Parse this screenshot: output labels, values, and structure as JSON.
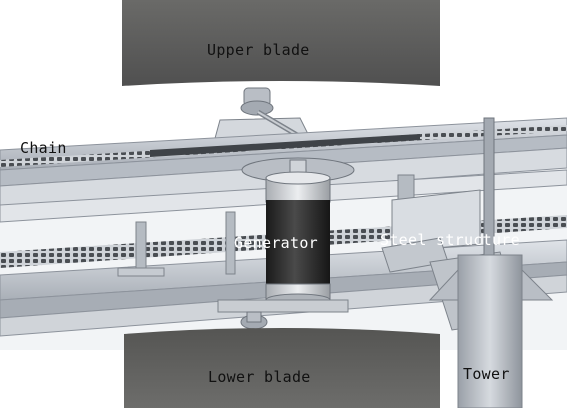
{
  "labels": {
    "upper_blade": "Upper blade",
    "chain": "Chain",
    "generator": "Generator",
    "steel_structure": "Steel structure",
    "lower_blade": "Lower blade",
    "tower": "Tower"
  },
  "colors": {
    "background": "#ffffff",
    "blade": "#5e5e5c",
    "steel": "#c7ccd3",
    "steel_dark": "#8d939c",
    "generator_body": "#2b2b2b",
    "generator_cap": "#d8dadc",
    "chain": "#4a4e53",
    "label_dark": "#111111",
    "label_light": "#ffffff"
  }
}
